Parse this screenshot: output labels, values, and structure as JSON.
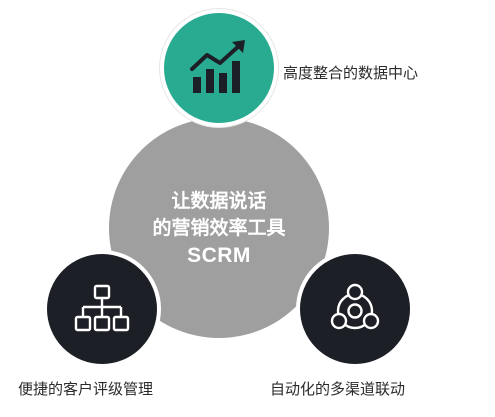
{
  "center": {
    "line1": "让数据说话",
    "line2": "的营销效率工具",
    "line3": "SCRM"
  },
  "nodes": {
    "top": {
      "label": "高度整合的数据中心",
      "icon": "bar-chart-growth-icon",
      "color": "#29ab92"
    },
    "left": {
      "label": "便捷的客户评级管理",
      "icon": "hierarchy-icon",
      "color": "#1d1f27"
    },
    "right": {
      "label": "自动化的多渠道联动",
      "icon": "cycle-nodes-icon",
      "color": "#1d1f27"
    }
  },
  "colors": {
    "center": "#9f9f9f",
    "accent": "#29ab92",
    "dark": "#1d1f27"
  }
}
